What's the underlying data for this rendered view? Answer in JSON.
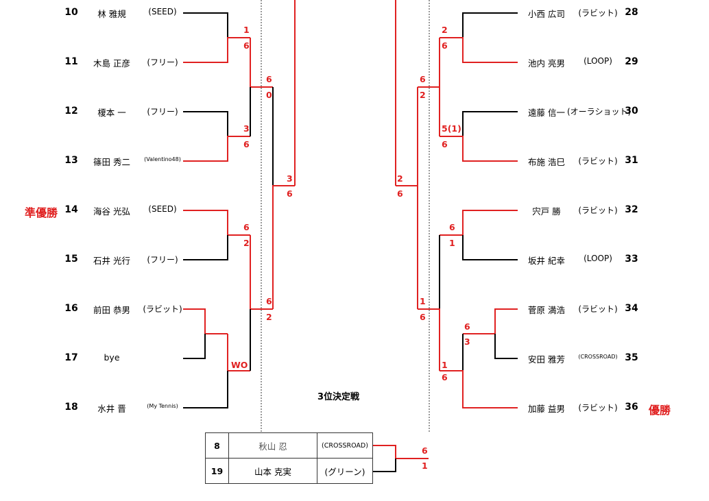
{
  "left_players": [
    {
      "seed": "10",
      "name": "林 雅規",
      "club": "(SEED)"
    },
    {
      "seed": "11",
      "name": "木島 正彦",
      "club": "(フリー)"
    },
    {
      "seed": "12",
      "name": "榎本 一",
      "club": "(フリー)"
    },
    {
      "seed": "13",
      "name": "篠田 秀二",
      "club": "(Valentino48)"
    },
    {
      "seed": "14",
      "name": "海谷 光弘",
      "club": "(SEED)"
    },
    {
      "seed": "15",
      "name": "石井 光行",
      "club": "(フリー)"
    },
    {
      "seed": "16",
      "name": "前田 恭男",
      "club": "(ラビット)"
    },
    {
      "seed": "17",
      "name": "bye",
      "club": ""
    },
    {
      "seed": "18",
      "name": "水井 晋",
      "club": "(My Tennis)"
    }
  ],
  "right_players": [
    {
      "seed": "28",
      "name": "小西 広司",
      "club": "(ラビット)"
    },
    {
      "seed": "29",
      "name": "池内 亮男",
      "club": "(LOOP)"
    },
    {
      "seed": "30",
      "name": "遠藤 信一",
      "club": "(オーラショット)"
    },
    {
      "seed": "31",
      "name": "布施 浩巳",
      "club": "(ラビット)"
    },
    {
      "seed": "32",
      "name": "宍戸 勝",
      "club": "(ラビット)"
    },
    {
      "seed": "33",
      "name": "坂井 紀幸",
      "club": "(LOOP)"
    },
    {
      "seed": "34",
      "name": "菅原 満浩",
      "club": "(ラビット)"
    },
    {
      "seed": "35",
      "name": "安田 雅芳",
      "club": "(CROSSROAD)"
    },
    {
      "seed": "36",
      "name": "加藤 益男",
      "club": "(ラビット)"
    }
  ],
  "runner_up_label": "準優勝",
  "winner_label": "優勝",
  "third_place_title": "3位決定戦",
  "third_place": [
    {
      "seed": "8",
      "name": "秋山 忍",
      "club": "(CROSSROAD)"
    },
    {
      "seed": "19",
      "name": "山本 克実",
      "club": "(グリーン)"
    }
  ],
  "scores": {
    "l1_top": "1",
    "l1_bot": "6",
    "l2_top": "3",
    "l2_bot": "6",
    "l3_top": "6",
    "l3_bot": "2",
    "l4": "WO",
    "l5_top": "6",
    "l5_bot": "0",
    "l6_top": "6",
    "l6_bot": "2",
    "l7_top": "3",
    "l7_bot": "6",
    "r1_top": "2",
    "r1_bot": "6",
    "r2_top": "5(1)",
    "r2_bot": "6",
    "r3_top": "6",
    "r3_bot": "1",
    "r4_top": "6",
    "r4_bot": "3",
    "r5_top": "1",
    "r5_bot": "6",
    "r6_top": "6",
    "r6_bot": "2",
    "r7_top": "1",
    "r7_bot": "6",
    "r8_top": "2",
    "r8_bot": "6",
    "t_top": "6",
    "t_bot": "1"
  },
  "colors": {
    "win_line": "#e02020",
    "line": "#000000",
    "score": "#e02020"
  }
}
